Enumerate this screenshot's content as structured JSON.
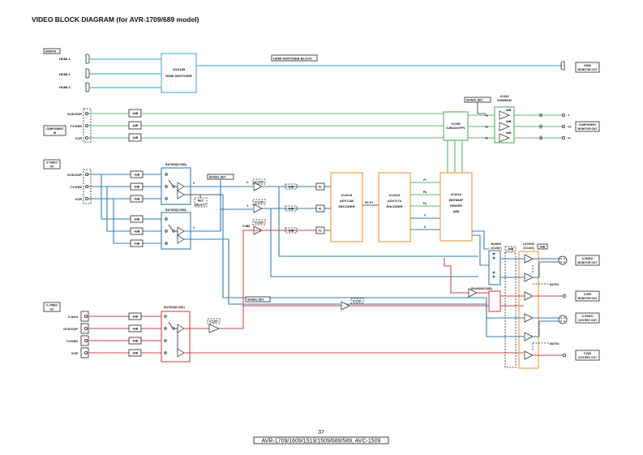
{
  "title": "VIDEO BLOCK DIAGRAM (for AVR-1709/689 model)",
  "page_number": "37",
  "footer": "AVR-1709/1609/1519/1509/689/589, AVC-1509",
  "colors": {
    "hdmi": "#4fb8d8",
    "component": "#5cb86a",
    "s_video": "#2c7fb8",
    "composite": "#d9434b",
    "ic_block": "#f0a850"
  },
  "hdmi": {
    "section_label": "HDMI IN",
    "inputs": [
      "HDMI-1",
      "HDMI-2",
      "HDMI-3"
    ],
    "switcher_ic": "SIL9185",
    "switcher_name": "HDMI SWITCHER",
    "block_label": "HDMI SWITCHER BLOCK",
    "output_line1": "HDMI",
    "output_line2": "MONITOR OUT"
  },
  "component": {
    "section_label_line1": "COMPONENT",
    "section_label_line2": "IN",
    "inputs": [
      "DVD/VDP",
      "TV/VBS",
      "VCR"
    ],
    "attenuator": "-6dB",
    "signal_det": "SIGNAL DET.",
    "switch_ic_line1": "IC1099",
    "switch_ic_line2": "NJM1321VFP1",
    "driver_ic_line1": "IC1164",
    "driver_ic_line2": "NJM2581M",
    "driver_gain": "6dB",
    "outputs": [
      "Y",
      "Cb",
      "Cr"
    ],
    "output_label_line1": "COMPONENT",
    "output_label_line2": "MONITOR OUT"
  },
  "s_video": {
    "section_label_line1": "S-VIDEO",
    "section_label_line2": "IN",
    "inputs": [
      "DVD/VDP",
      "TV/VBS",
      "VCR"
    ],
    "attenuator": "-6dB",
    "switch_c_ic": "BA7625(IC1080)",
    "switch_y_ic": "BA7625(IC1080)",
    "c_label": "C",
    "y_label": "Y",
    "rec_select_line1": "REC",
    "rec_select_line2": "SELECT",
    "signal_det": "SIGNAL DET.",
    "buffer_c": "IC1159",
    "buffer_y": "IC1159",
    "buffer_cvbs": "IC1162",
    "cvbs_label": "CVBS",
    "gain_6db": "6dB",
    "lpf": "FL"
  },
  "composite": {
    "section_label_line1": "C-VIDEO",
    "section_label_line2": "IN",
    "inputs": [
      "V-AUX",
      "DVD/VDP",
      "TV/VBS",
      "VCR"
    ],
    "attenuator": "-6dB",
    "switch_ic": "BA7625(IC1081)",
    "buffer_ic": "IC1157",
    "signal_det": "SIGNAL DET.",
    "buffer_ic2": "IC1157"
  },
  "decoder": {
    "ic": "IC1018",
    "part": "ADV7180",
    "name": "DECODER",
    "bus_label": "P0~P7"
  },
  "encoder": {
    "ic": "IC1019",
    "part": "ADV7172",
    "name": "ENCODER",
    "outputs": [
      "Pr",
      "Pb",
      "Py",
      "Y",
      "C"
    ]
  },
  "driver": {
    "ic": "IC1016",
    "part": "BH7868F",
    "name": "DRIVER",
    "gain": "6dB"
  },
  "output_stage": {
    "switch1_line1": "BU4053",
    "switch1_line2": "(IC1087)",
    "switch2": "BU4053(IC1082)",
    "atten": "-6dB",
    "amp_ic_line1": "LA73053",
    "amp_ic_line2": "(IC1020)",
    "amp_gain": "6dB",
    "mute1": "MUTE1",
    "mute2": "MUTE2",
    "outputs": [
      {
        "line1": "S-VIDEO",
        "line2": "MONITOR OUT"
      },
      {
        "line1": "CVBS",
        "line2": "MONITOR OUT"
      },
      {
        "line1": "S-VIDEO",
        "line2": "VCR REC OUT"
      },
      {
        "line1": "CVBS",
        "line2": "VCR REC OUT"
      }
    ]
  }
}
